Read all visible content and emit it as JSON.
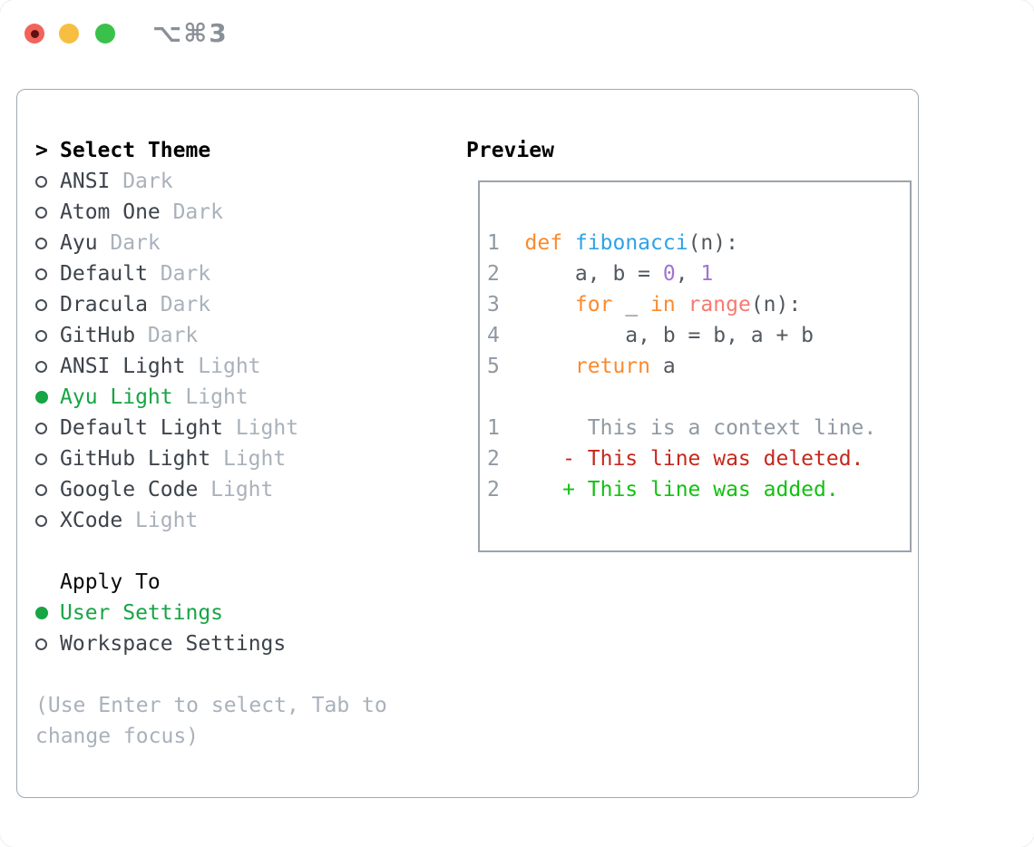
{
  "window": {
    "title": "⌥⌘3",
    "traffic_lights": [
      {
        "name": "close-button",
        "color": "#f2635b",
        "dot": true
      },
      {
        "name": "minimize-button",
        "color": "#f6bf41",
        "dot": false
      },
      {
        "name": "maximize-button",
        "color": "#3ac14b",
        "dot": false
      }
    ]
  },
  "theme_panel": {
    "prompt": ">",
    "title": "Select Theme",
    "items": [
      {
        "name": "ANSI",
        "variant": "Dark",
        "selected": false
      },
      {
        "name": "Atom One",
        "variant": "Dark",
        "selected": false
      },
      {
        "name": "Ayu",
        "variant": "Dark",
        "selected": false
      },
      {
        "name": "Default",
        "variant": "Dark",
        "selected": false
      },
      {
        "name": "Dracula",
        "variant": "Dark",
        "selected": false
      },
      {
        "name": "GitHub",
        "variant": "Dark",
        "selected": false
      },
      {
        "name": "ANSI Light",
        "variant": "Light",
        "selected": false
      },
      {
        "name": "Ayu Light",
        "variant": "Light",
        "selected": true
      },
      {
        "name": "Default Light",
        "variant": "Light",
        "selected": false
      },
      {
        "name": "GitHub Light",
        "variant": "Light",
        "selected": false
      },
      {
        "name": "Google Code",
        "variant": "Light",
        "selected": false
      },
      {
        "name": "XCode",
        "variant": "Light",
        "selected": false
      }
    ]
  },
  "apply_panel": {
    "title": "Apply To",
    "options": [
      {
        "label": "User Settings",
        "selected": true
      },
      {
        "label": "Workspace Settings",
        "selected": false
      }
    ]
  },
  "help_text": "(Use Enter to select, Tab to change focus)",
  "preview_panel": {
    "title": "Preview",
    "lines": [
      {
        "num": "1",
        "tokens": [
          {
            "t": "def",
            "c": "keyword"
          },
          {
            "t": " ",
            "c": "fg"
          },
          {
            "t": "fibonacci",
            "c": "function"
          },
          {
            "t": "(n):",
            "c": "fg"
          }
        ]
      },
      {
        "num": "2",
        "tokens": [
          {
            "t": "    a, b = ",
            "c": "fg"
          },
          {
            "t": "0",
            "c": "constant"
          },
          {
            "t": ", ",
            "c": "fg"
          },
          {
            "t": "1",
            "c": "constant"
          }
        ]
      },
      {
        "num": "3",
        "tokens": [
          {
            "t": "    ",
            "c": "fg"
          },
          {
            "t": "for",
            "c": "keyword"
          },
          {
            "t": " _ ",
            "c": "fg"
          },
          {
            "t": "in",
            "c": "keyword"
          },
          {
            "t": " ",
            "c": "fg"
          },
          {
            "t": "range",
            "c": "special"
          },
          {
            "t": "(n):",
            "c": "fg"
          }
        ]
      },
      {
        "num": "4",
        "tokens": [
          {
            "t": "        a, b = b, a + b",
            "c": "fg"
          }
        ]
      },
      {
        "num": "5",
        "tokens": [
          {
            "t": "    ",
            "c": "fg"
          },
          {
            "t": "return",
            "c": "keyword"
          },
          {
            "t": " a",
            "c": "fg"
          }
        ]
      },
      {
        "num": "",
        "tokens": []
      },
      {
        "num": "1",
        "tokens": [
          {
            "t": "     This is a context line.",
            "c": "context"
          }
        ]
      },
      {
        "num": "2",
        "tokens": [
          {
            "t": "   - This line was deleted.",
            "c": "deleted"
          }
        ]
      },
      {
        "num": "2",
        "tokens": [
          {
            "t": "   + This line was added.",
            "c": "added"
          }
        ]
      }
    ]
  },
  "colors": {
    "fg": "#525960",
    "line_number": "#8f99a3",
    "keyword": "#fa8a2e",
    "function": "#2fa2e6",
    "constant": "#a472d4",
    "special": "#f87970",
    "context": "#8f99a3",
    "deleted": "#c5281c",
    "added": "#12c112",
    "selected_green": "#17a545",
    "item_text": "#3d434b",
    "muted_text": "#a9b1bb",
    "frame_border": "#a0a8b2"
  }
}
